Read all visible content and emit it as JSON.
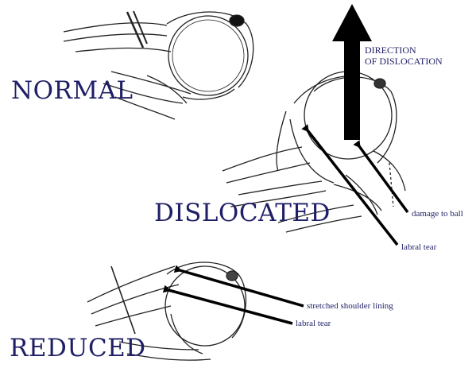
{
  "labels": {
    "normal": "NORMAL",
    "dislocated": "DISLOCATED",
    "reduced": "REDUCED"
  },
  "direction": {
    "line1": "DIRECTION",
    "line2": "OF DISLOCATION"
  },
  "annotations": {
    "damage_to_ball": "damage to ball",
    "labral_tear_dislocated": "labral tear",
    "stretched_shoulder_lining": "stretched shoulder lining",
    "labral_tear_reduced": "labral tear"
  },
  "colors": {
    "label_text": "#1f1f66",
    "drawing_ink": "#222222",
    "arrow": "#000000"
  }
}
